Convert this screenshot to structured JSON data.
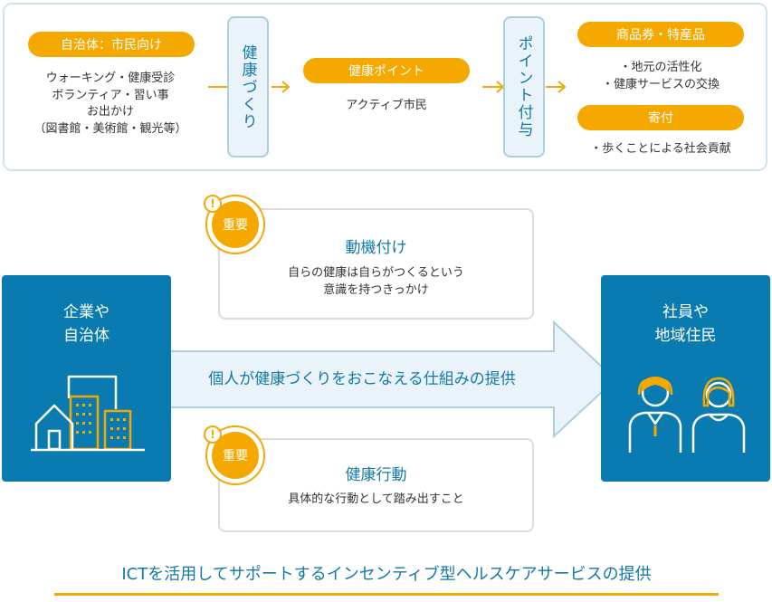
{
  "top_flow": {
    "step1": {
      "label": "自治体：市民向け",
      "lines": [
        "ウォーキング・健康受診",
        "ボランティア・習い事",
        "お出かけ",
        "（図書館・美術館・観光等）"
      ]
    },
    "stage1": "健康づくり",
    "step2": {
      "label": "健康ポイント",
      "lines": [
        "アクティブ市民"
      ]
    },
    "stage2": "ポイント付与",
    "step3a": {
      "label": "商品券・特産品",
      "lines": [
        "・地元の活性化",
        "・健康サービスの交換"
      ]
    },
    "step3b": {
      "label": "寄付",
      "lines": [
        "・歩くことによる社会貢献"
      ]
    }
  },
  "left_box": {
    "title_lines": [
      "企業や",
      "自治体"
    ]
  },
  "right_box": {
    "title_lines": [
      "社員や",
      "地域住民"
    ]
  },
  "main_arrow_label": "個人が健康づくりをおこなえる仕組みの提供",
  "card_top": {
    "badge": "重要",
    "title": "動機付け",
    "lines": [
      "自らの健康は自らがつくるという",
      "意識を持つきっかけ"
    ]
  },
  "card_bottom": {
    "badge": "重要",
    "title": "健康行動",
    "lines": [
      "具体的な行動として踏み出すこと"
    ]
  },
  "badge_mark": "!",
  "footer": "ICTを活用してサポートするインセンティブ型ヘルスケアサービスの提供",
  "colors": {
    "accent_orange": "#f5a800",
    "primary_blue": "#0a7bb0",
    "light_blue": "#e9f3f9",
    "text_blue": "#1478a8"
  },
  "icons": [
    "building-icon",
    "employee-icon",
    "resident-icon",
    "arrow-right-icon"
  ]
}
